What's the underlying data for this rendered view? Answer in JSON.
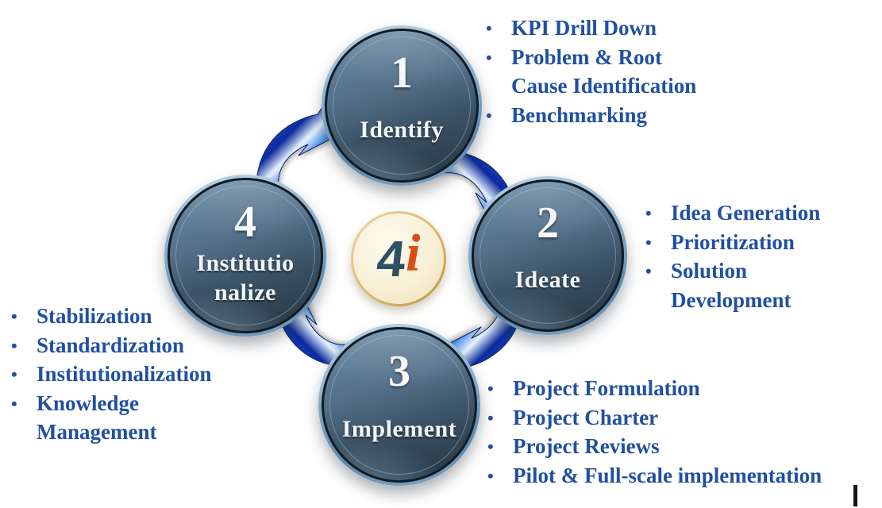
{
  "bullet_char": "•",
  "cycle": {
    "center_logo": {
      "four": "4",
      "i": "i"
    },
    "phases": [
      {
        "number": "1",
        "name": "Identify"
      },
      {
        "number": "2",
        "name": "Ideate"
      },
      {
        "number": "3",
        "name": "Implement"
      },
      {
        "number": "4",
        "name_line1": "Institutio",
        "name_line2": "nalize"
      }
    ]
  },
  "lists": {
    "identify": [
      {
        "bullet": true,
        "text": "KPI Drill Down"
      },
      {
        "bullet": true,
        "text": "Problem & Root"
      },
      {
        "bullet": false,
        "text": "Cause Identification"
      },
      {
        "bullet": true,
        "text": "Benchmarking"
      }
    ],
    "ideate": [
      {
        "bullet": true,
        "text": "Idea Generation"
      },
      {
        "bullet": true,
        "text": "Prioritization"
      },
      {
        "bullet": true,
        "text": "Solution"
      },
      {
        "bullet": false,
        "text": "Development"
      }
    ],
    "implement": [
      {
        "bullet": true,
        "text": "Project Formulation"
      },
      {
        "bullet": true,
        "text": "Project Charter"
      },
      {
        "bullet": true,
        "text": "Project Reviews"
      },
      {
        "bullet": true,
        "text": "Pilot & Full-scale implementation"
      }
    ],
    "institutionalize": [
      {
        "bullet": true,
        "text": "Stabilization"
      },
      {
        "bullet": true,
        "text": "Standardization"
      },
      {
        "bullet": true,
        "text": "Institutionalization"
      },
      {
        "bullet": true,
        "text": "Knowledge"
      },
      {
        "bullet": false,
        "text": "Management"
      }
    ]
  },
  "colors": {
    "list_text": "#21509f",
    "sphere_rim_light": "#bdd4e6",
    "sphere_rim_dark": "#5d88ab",
    "sphere_ring": "#101b24",
    "sphere_body_top": "#64869f",
    "sphere_body_bottom": "#273947",
    "sphere_text": "#f2f5f8",
    "arrow_dark": "#0a2b9c",
    "arrow_bright": "#3d87e8",
    "arrow_highlight": "#e8f4ff",
    "logo_background": "#f8f0d6",
    "logo_rim_gold": "#d9b86a",
    "logo_four": "#2f5063",
    "logo_i": "#d94e12"
  }
}
